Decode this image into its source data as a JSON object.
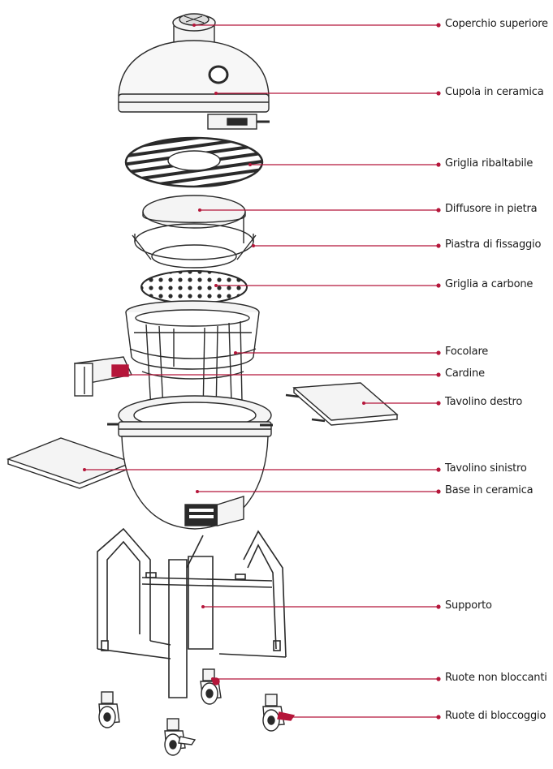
{
  "colors": {
    "accent": "#b5163a",
    "outline": "#2a2a2a",
    "fill": "#ffffff",
    "part_fill": "#f4f4f4"
  },
  "labels": [
    {
      "id": "coperchio",
      "text": "Coperchio superiore"
    },
    {
      "id": "cupola",
      "text": "Cupola in ceramica"
    },
    {
      "id": "griglia-ribaltabile",
      "text": "Griglia ribaltabile"
    },
    {
      "id": "diffusore",
      "text": "Diffusore in pietra"
    },
    {
      "id": "piastra",
      "text": "Piastra di fissaggio"
    },
    {
      "id": "griglia-carbone",
      "text": "Griglia a carbone"
    },
    {
      "id": "focolare",
      "text": "Focolare"
    },
    {
      "id": "cardine",
      "text": "Cardine"
    },
    {
      "id": "tavolino-destro",
      "text": "Tavolino destro"
    },
    {
      "id": "tavolino-sinistro",
      "text": "Tavolino sinistro"
    },
    {
      "id": "base",
      "text": "Base in ceramica"
    },
    {
      "id": "supporto",
      "text": "Supporto"
    },
    {
      "id": "ruote-non-bloccanti",
      "text": "Ruote non bloccanti"
    },
    {
      "id": "ruote-bloccaggio",
      "text": "Ruote di bloccoggio"
    }
  ]
}
